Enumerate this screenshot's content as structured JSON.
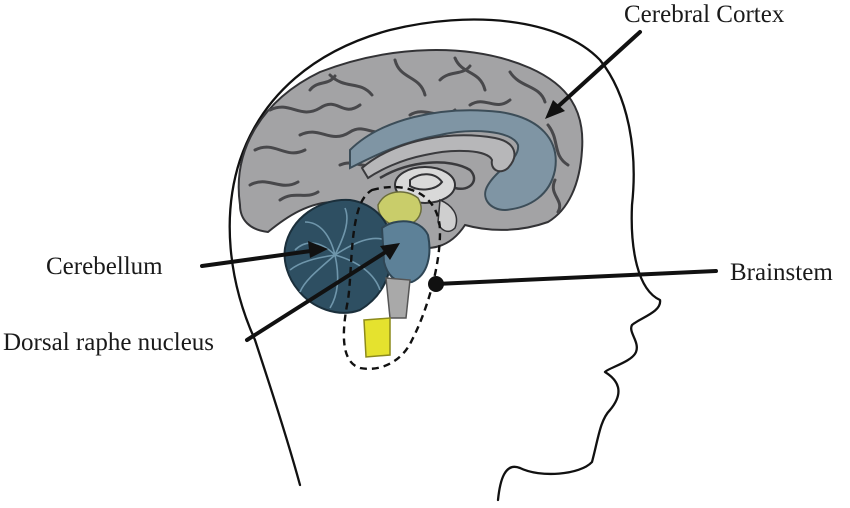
{
  "labels": {
    "cerebral_cortex": "Cerebral Cortex",
    "cerebellum": "Cerebellum",
    "brainstem": "Brainstem",
    "dorsal_raphe_nucleus": "Dorsal raphe nucleus"
  },
  "colors": {
    "cortex": "#a3a3a5",
    "cortex_sulci": "#4a4a4d",
    "limbic": "#7f95a4",
    "cerebellum": "#2e4f62",
    "midbrain": "#5d8198",
    "pons": "#a9a9a9",
    "medulla": "#e5e22e",
    "thalamus_yellow": "#c9cd6a",
    "outline": "#111111",
    "background": "#ffffff"
  }
}
